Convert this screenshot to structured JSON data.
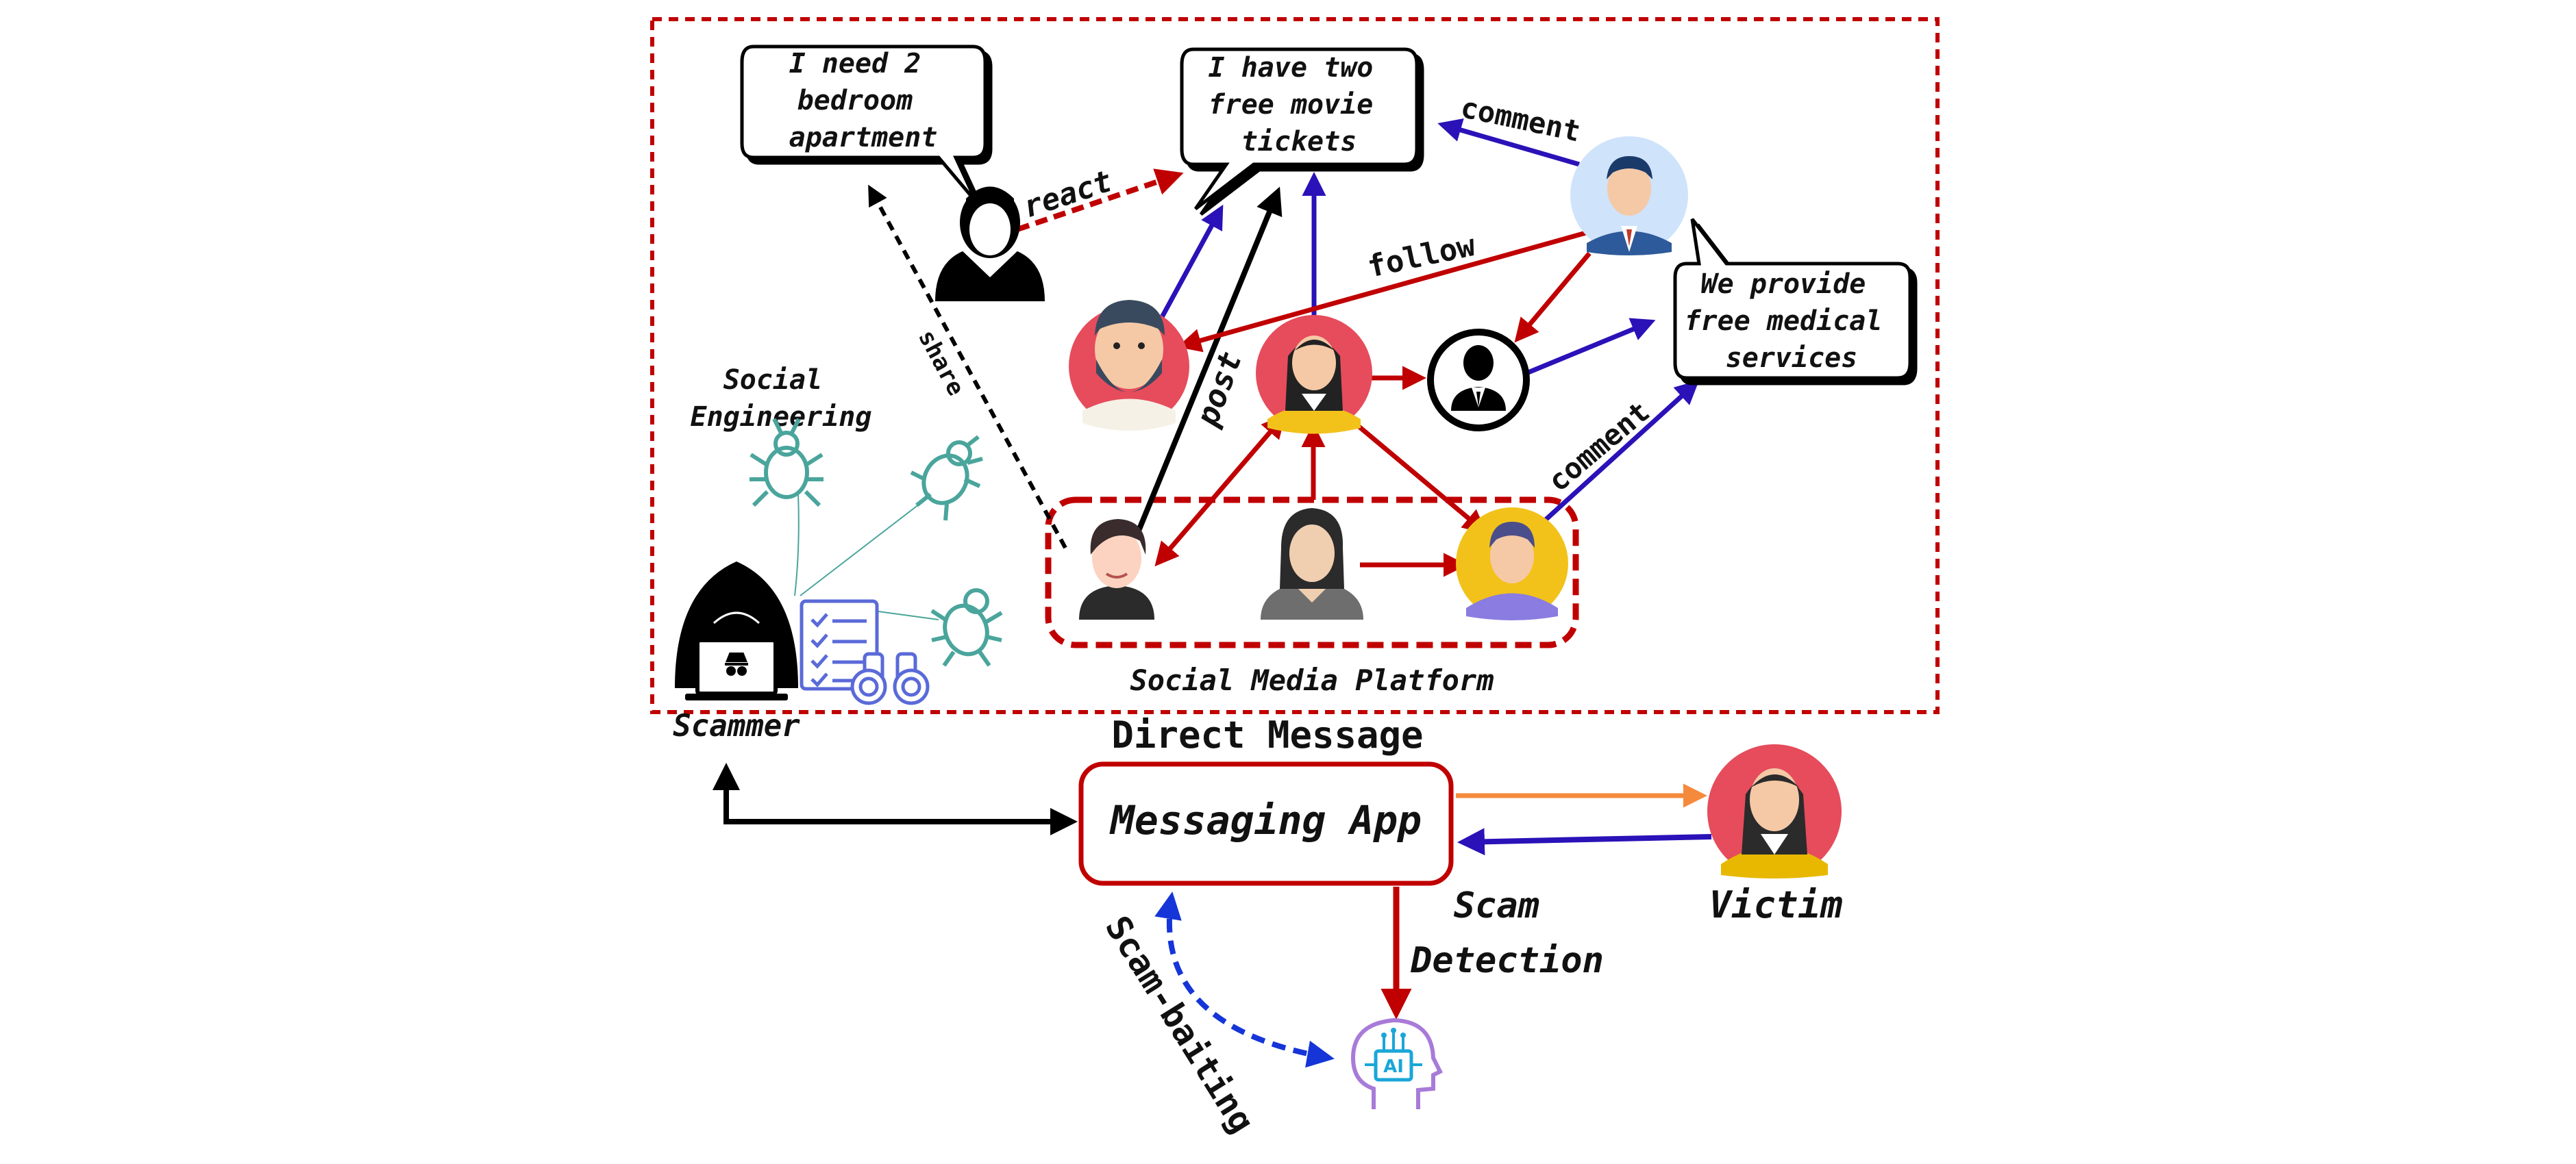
{
  "regions": {
    "platform_caption": "Social Media Platform",
    "social_engineering_line1": "Social",
    "social_engineering_line2": "Engineering",
    "scammer_label": "Scammer",
    "direct_message_label": "Direct Message",
    "messaging_app_label": "Messaging App",
    "victim_label": "Victim",
    "scam_detection_line1": "Scam",
    "scam_detection_line2": "Detection",
    "scam_baiting_label": "Scam-baiting",
    "ai_icon_text": "AI"
  },
  "bubbles": {
    "apartment": [
      "I need 2",
      "bedroom",
      "apartment"
    ],
    "tickets": [
      "I have two",
      "free movie",
      "tickets"
    ],
    "medical": [
      "We provide",
      "free medical",
      "services"
    ]
  },
  "edge_labels": {
    "react": "react",
    "share": "share",
    "post": "post",
    "follow": "follow",
    "comment_top": "comment",
    "comment_mid": "comment"
  },
  "colors": {
    "red": "#c00000",
    "blue": "#2a12b8",
    "orange": "#f58a3c",
    "black": "#000000",
    "dash_blue": "#1535d8",
    "bug_teal": "#4aa59c",
    "skin": "#f5c9a6",
    "yellow": "#f2c21b",
    "red_circle": "#e64c5c",
    "light_blue_circle": "#cfe3fb"
  }
}
